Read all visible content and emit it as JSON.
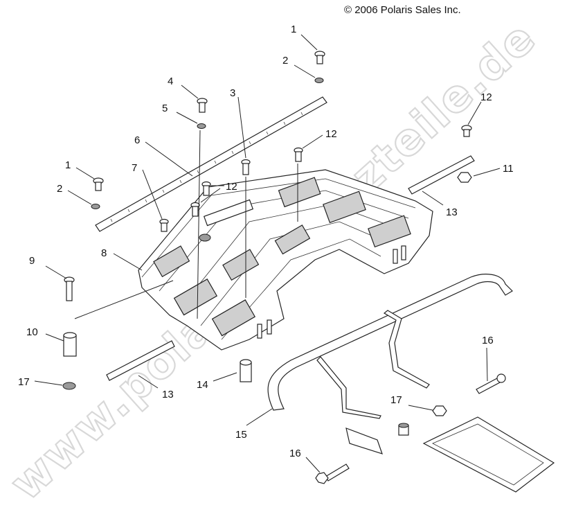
{
  "copyright": "© 2006 Polaris Sales Inc.",
  "watermark": "www.polarisersatzteile.de",
  "callouts": {
    "c1a": "1",
    "c2a": "2",
    "c3": "3",
    "c4": "4",
    "c5": "5",
    "c6": "6",
    "c1b": "1",
    "c2b": "2",
    "c7": "7",
    "c12a": "12",
    "c12b": "12",
    "c12c": "12",
    "c11": "11",
    "c13a": "13",
    "c8": "8",
    "c9": "9",
    "c10": "10",
    "c17a": "17",
    "c13b": "13",
    "c14": "14",
    "c15": "15",
    "c16a": "16",
    "c17b": "17",
    "c16b": "16"
  }
}
